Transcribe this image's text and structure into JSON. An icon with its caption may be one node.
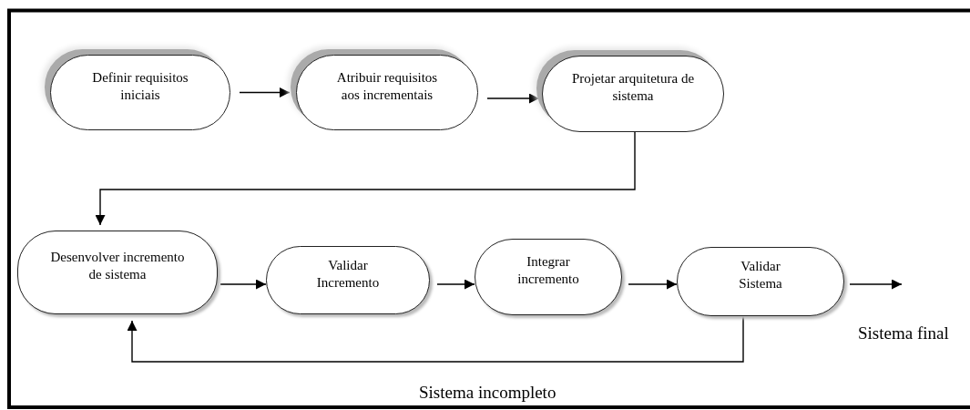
{
  "diagram": {
    "nodes": [
      {
        "text": [
          "Definir requisitos iniciais"
        ]
      },
      {
        "text": [
          "Atribuir requisitos aos incrementais"
        ]
      },
      {
        "text": [
          "Projetar arquitetura de sistema"
        ]
      },
      {
        "text": [
          "Desenvolver incremento de sistema"
        ]
      },
      {
        "text": [
          "Validar Incremento"
        ]
      },
      {
        "text": [
          "Integrar incremento"
        ]
      },
      {
        "text": [
          "Validar Sistema"
        ]
      }
    ],
    "edges": [
      {
        "from": 0,
        "to": 1,
        "arrow": "to"
      },
      {
        "from": 1,
        "to": 2,
        "arrow": "to"
      },
      {
        "from": 2,
        "to": 3,
        "arrow": "to"
      },
      {
        "from": 3,
        "to": 4,
        "arrow": "to"
      },
      {
        "from": 4,
        "to": 5,
        "arrow": "to"
      },
      {
        "from": 5,
        "to": 6,
        "arrow": "to"
      },
      {
        "from": 6,
        "to": null,
        "arrow": "to"
      },
      {
        "from": 6,
        "to": 3,
        "arrow": "to"
      }
    ],
    "labels": [
      "Sistema final",
      "Sistema incompleto"
    ]
  }
}
